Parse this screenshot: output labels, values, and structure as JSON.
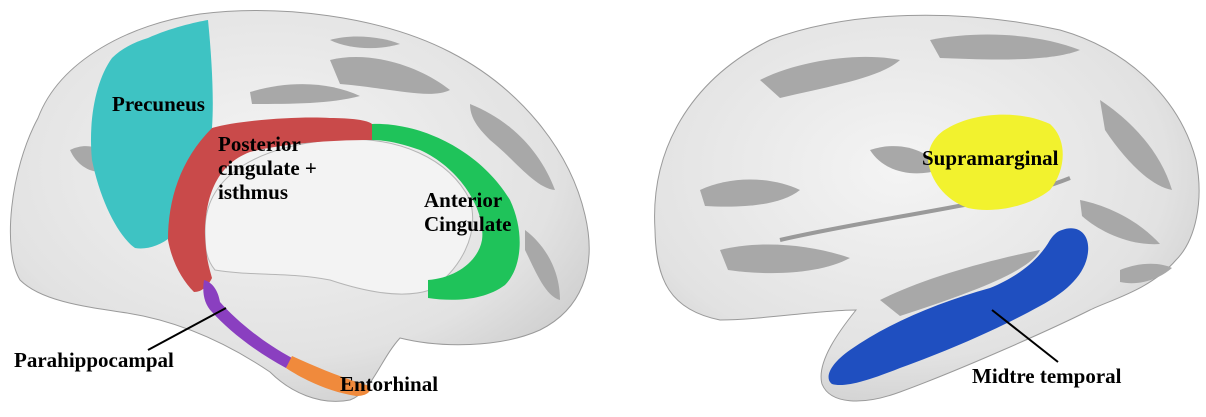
{
  "medial_view": {
    "regions": [
      {
        "key": "precuneus",
        "lines": [
          "Precuneus"
        ],
        "color": "#3EC3C3"
      },
      {
        "key": "posterior-cingulate",
        "lines": [
          "Posterior",
          "cingulate +",
          "isthmus"
        ],
        "color": "#C94A4A"
      },
      {
        "key": "anterior-cingulate",
        "lines": [
          "Anterior",
          "Cingulate"
        ],
        "color": "#1FC35A"
      },
      {
        "key": "parahippocampal",
        "lines": [
          "Parahippocampal"
        ],
        "color": "#8A3FC0"
      },
      {
        "key": "entorhinal",
        "lines": [
          "Entorhinal"
        ],
        "color": "#F08A3C"
      }
    ]
  },
  "lateral_view": {
    "regions": [
      {
        "key": "supramarginal",
        "lines": [
          "Supramarginal"
        ],
        "color": "#F2F22E"
      },
      {
        "key": "midtre-temporal",
        "lines": [
          "Midtre temporal"
        ],
        "color": "#1F4FC0"
      }
    ]
  },
  "colors": {
    "cortex_light": "#E6E6E6",
    "cortex_dark": "#A8A8A8",
    "leader_line": "#000000"
  }
}
